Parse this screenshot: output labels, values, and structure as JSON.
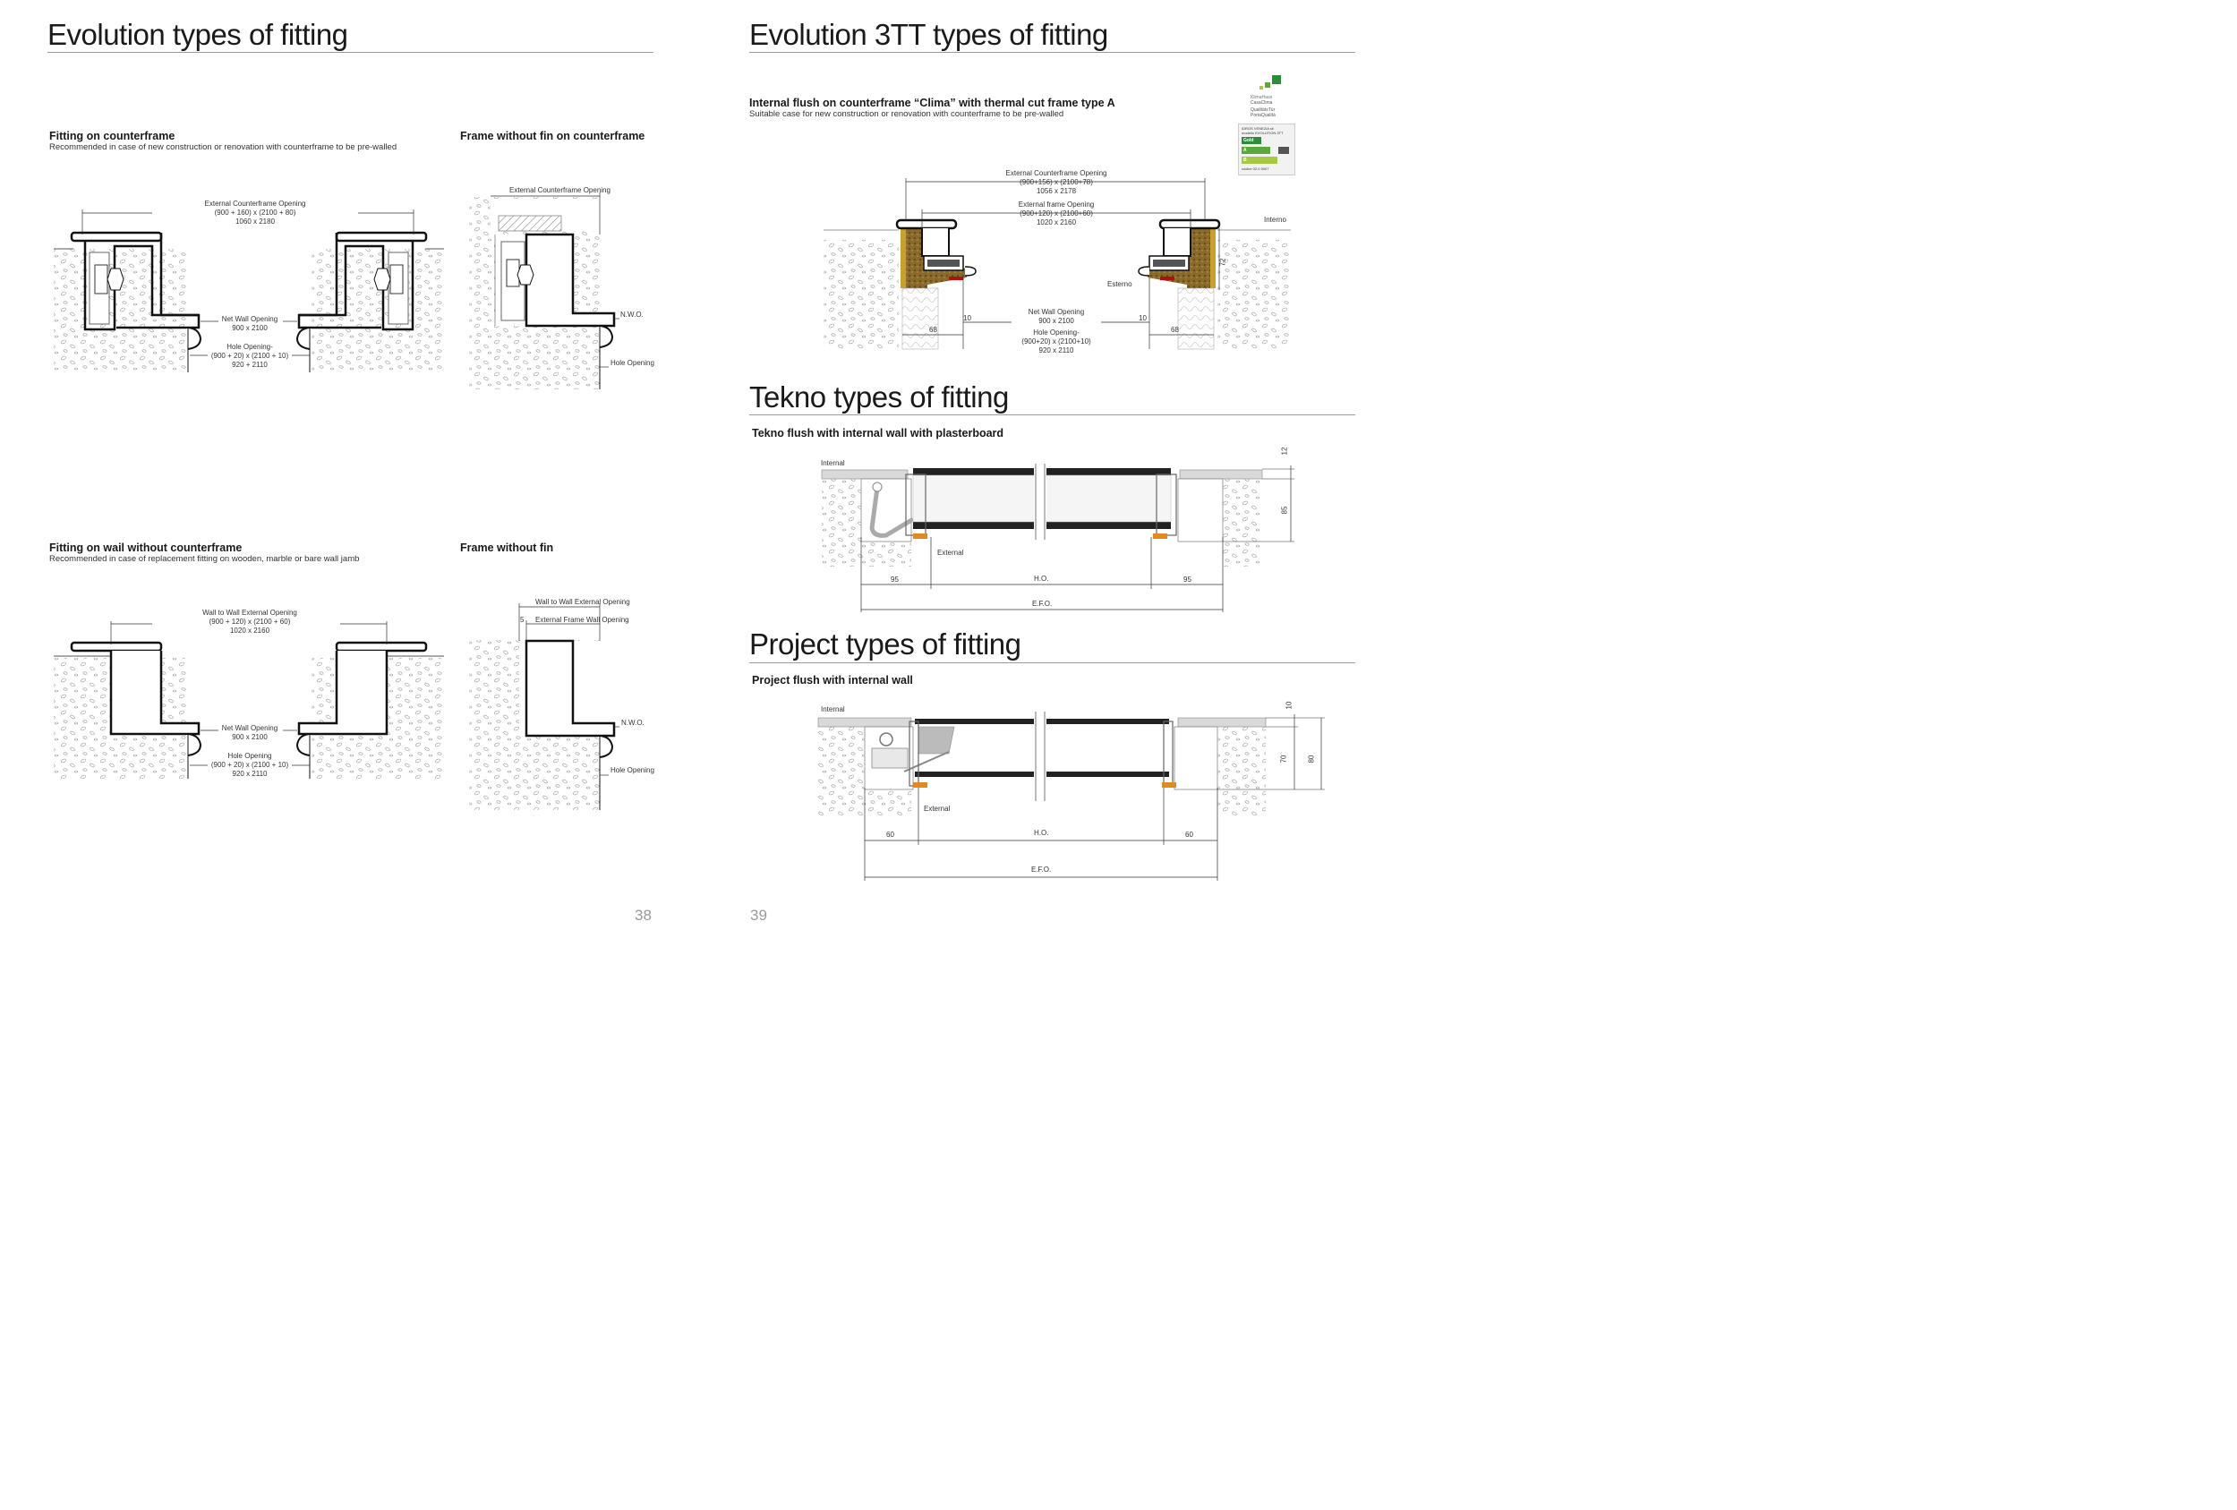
{
  "left_page": {
    "title": "Evolution types of fitting",
    "page_number": "38",
    "fitting_counterframe": {
      "title": "Fitting on counterframe",
      "subtitle": "Recommended in case of new construction or renovation with counterframe to be pre-walled",
      "external_opening_label": "External Counterframe Opening",
      "external_opening_formula": "(900 + 160) x (2100 + 80)",
      "external_opening_value": "1060 x 2180",
      "net_wall_label": "Net Wall Opening",
      "net_wall_value": "900 x 2100",
      "hole_label": "Hole Opening-",
      "hole_formula": "(900 + 20) x (2100 + 10)",
      "hole_value": "920 + 2110"
    },
    "frame_no_fin_counterframe": {
      "title": "Frame without fin on counterframe",
      "external_label": "External Counterframe Opening",
      "nwo_label": "N.W.O.",
      "hole_label": "Hole Opening"
    },
    "fitting_wall": {
      "title": "Fitting on wail without counterframe",
      "subtitle": "Recommended in case of replacement fitting on wooden, marble or bare wall jamb",
      "external_label": "Wall to Wall External Opening",
      "external_formula": "(900 + 120) x (2100 + 60)",
      "external_value": "1020 x 2160",
      "net_wall_label": "Net Wall Opening",
      "net_wall_value": "900 x 2100",
      "hole_label": "Hole Opening",
      "hole_formula": "(900 + 20) x (2100 + 10)",
      "hole_value": "920 x 2110"
    },
    "frame_no_fin": {
      "title": "Frame without fin",
      "wall_label": "Wall to Wall External Opening",
      "dim_5": "5",
      "frame_label": "External Frame Wall Opening",
      "nwo_label": "N.W.O.",
      "hole_label": "Hole Opening"
    }
  },
  "right_page": {
    "page_number": "39",
    "evolution3tt": {
      "title": "Evolution 3TT types of fitting",
      "section_title": "Internal flush on counterframe “Clima” with thermal cut frame type A",
      "section_subtitle": "Suitable case for new construction or renovation with counterframe to be pre-walled",
      "ext_cf_label": "External Counterframe Opening",
      "ext_cf_formula": "(900+156) x (2100+78)",
      "ext_cf_value": "1056 x 2178",
      "ext_frame_label": "External frame Opening",
      "ext_frame_formula": "(900+120) x (2100+60)",
      "ext_frame_value": "1020 x 2160",
      "interno": "Interno",
      "esterno": "Esterno",
      "dim_72": "72",
      "dim_10a": "10",
      "dim_10b": "10",
      "dim_68a": "68",
      "dim_68b": "68",
      "net_wall_label": "Net Wall Opening",
      "net_wall_value": "900 x 2100",
      "hole_label": "Hole Opening-",
      "hole_formula": "(900+20) x (2100+10)",
      "hole_value": "920 x 2110",
      "cert_brand": "KlimaHaus",
      "cert_brand2": "CasaClima",
      "cert_quality1": "QualitätsTür",
      "cert_quality2": "PortaQualità",
      "label_model1": "IDROS VENEZIA sil",
      "label_model2": "modello EVOLUTION 3TT",
      "label_gold": "Gold",
      "label_a": "A",
      "label_b": "B",
      "label_code": "codice 02.0 0007",
      "colors": {
        "green_dark": "#2e8b3a",
        "green_mid": "#5aa83a",
        "green_light": "#a6c842"
      }
    },
    "tekno": {
      "title": "Tekno types of fitting",
      "section_title": "Tekno flush with internal wall with plasterboard",
      "internal": "Internal",
      "external": "External",
      "dim_12": "12",
      "dim_85": "85",
      "dim_95a": "95",
      "dim_ho": "H.O.",
      "dim_95b": "95",
      "dim_efo": "E.F.O."
    },
    "project": {
      "title": "Project types of fitting",
      "section_title": "Project flush with internal wall",
      "internal": "Internal",
      "external": "External",
      "dim_10": "10",
      "dim_70": "70",
      "dim_80": "80",
      "dim_60a": "60",
      "dim_ho": "H.O.",
      "dim_60b": "60",
      "dim_efo": "E.F.O."
    }
  }
}
